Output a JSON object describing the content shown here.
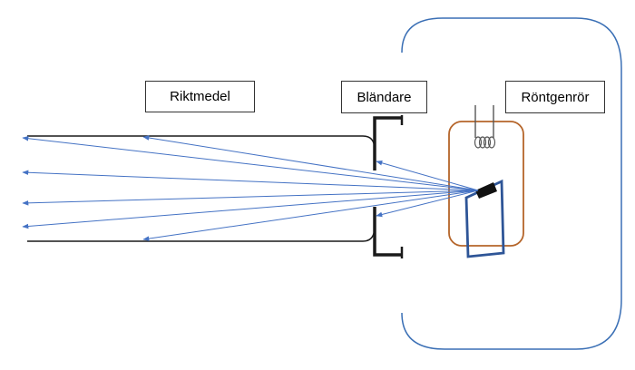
{
  "labels": {
    "riktmedel": "Riktmedel",
    "blandare": "Bländare",
    "rontgenror": "Röntgenrör"
  },
  "colors": {
    "housing": "#3a6fb5",
    "tube": "#b5652a",
    "anode": "#2e5597",
    "rays": "#4472c4",
    "outline": "#1a1a1a"
  }
}
